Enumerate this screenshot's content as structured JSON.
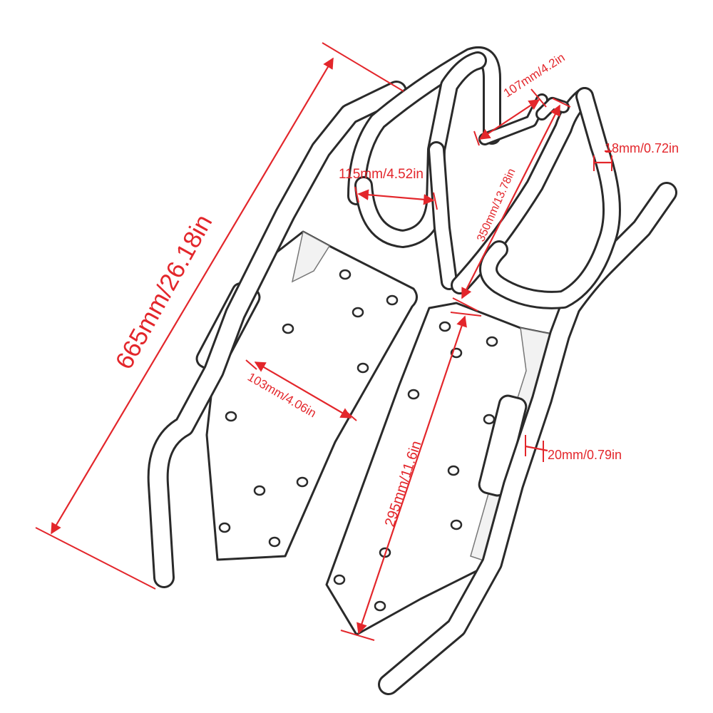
{
  "dimensions": {
    "overall_length": "665mm/26.18in",
    "loop_width": "115mm/4.52in",
    "bracket_length": "107mm/4.2in",
    "frame_length": "350mm/13.78in",
    "tube_diameter_top": "18mm/0.72in",
    "plate_width": "103mm/4.06in",
    "plate_length": "295mm/11.6in",
    "tube_diameter_side": "20mm/0.79in"
  },
  "colors": {
    "dimension": "#e3262b",
    "outline": "#2a2a2a"
  }
}
